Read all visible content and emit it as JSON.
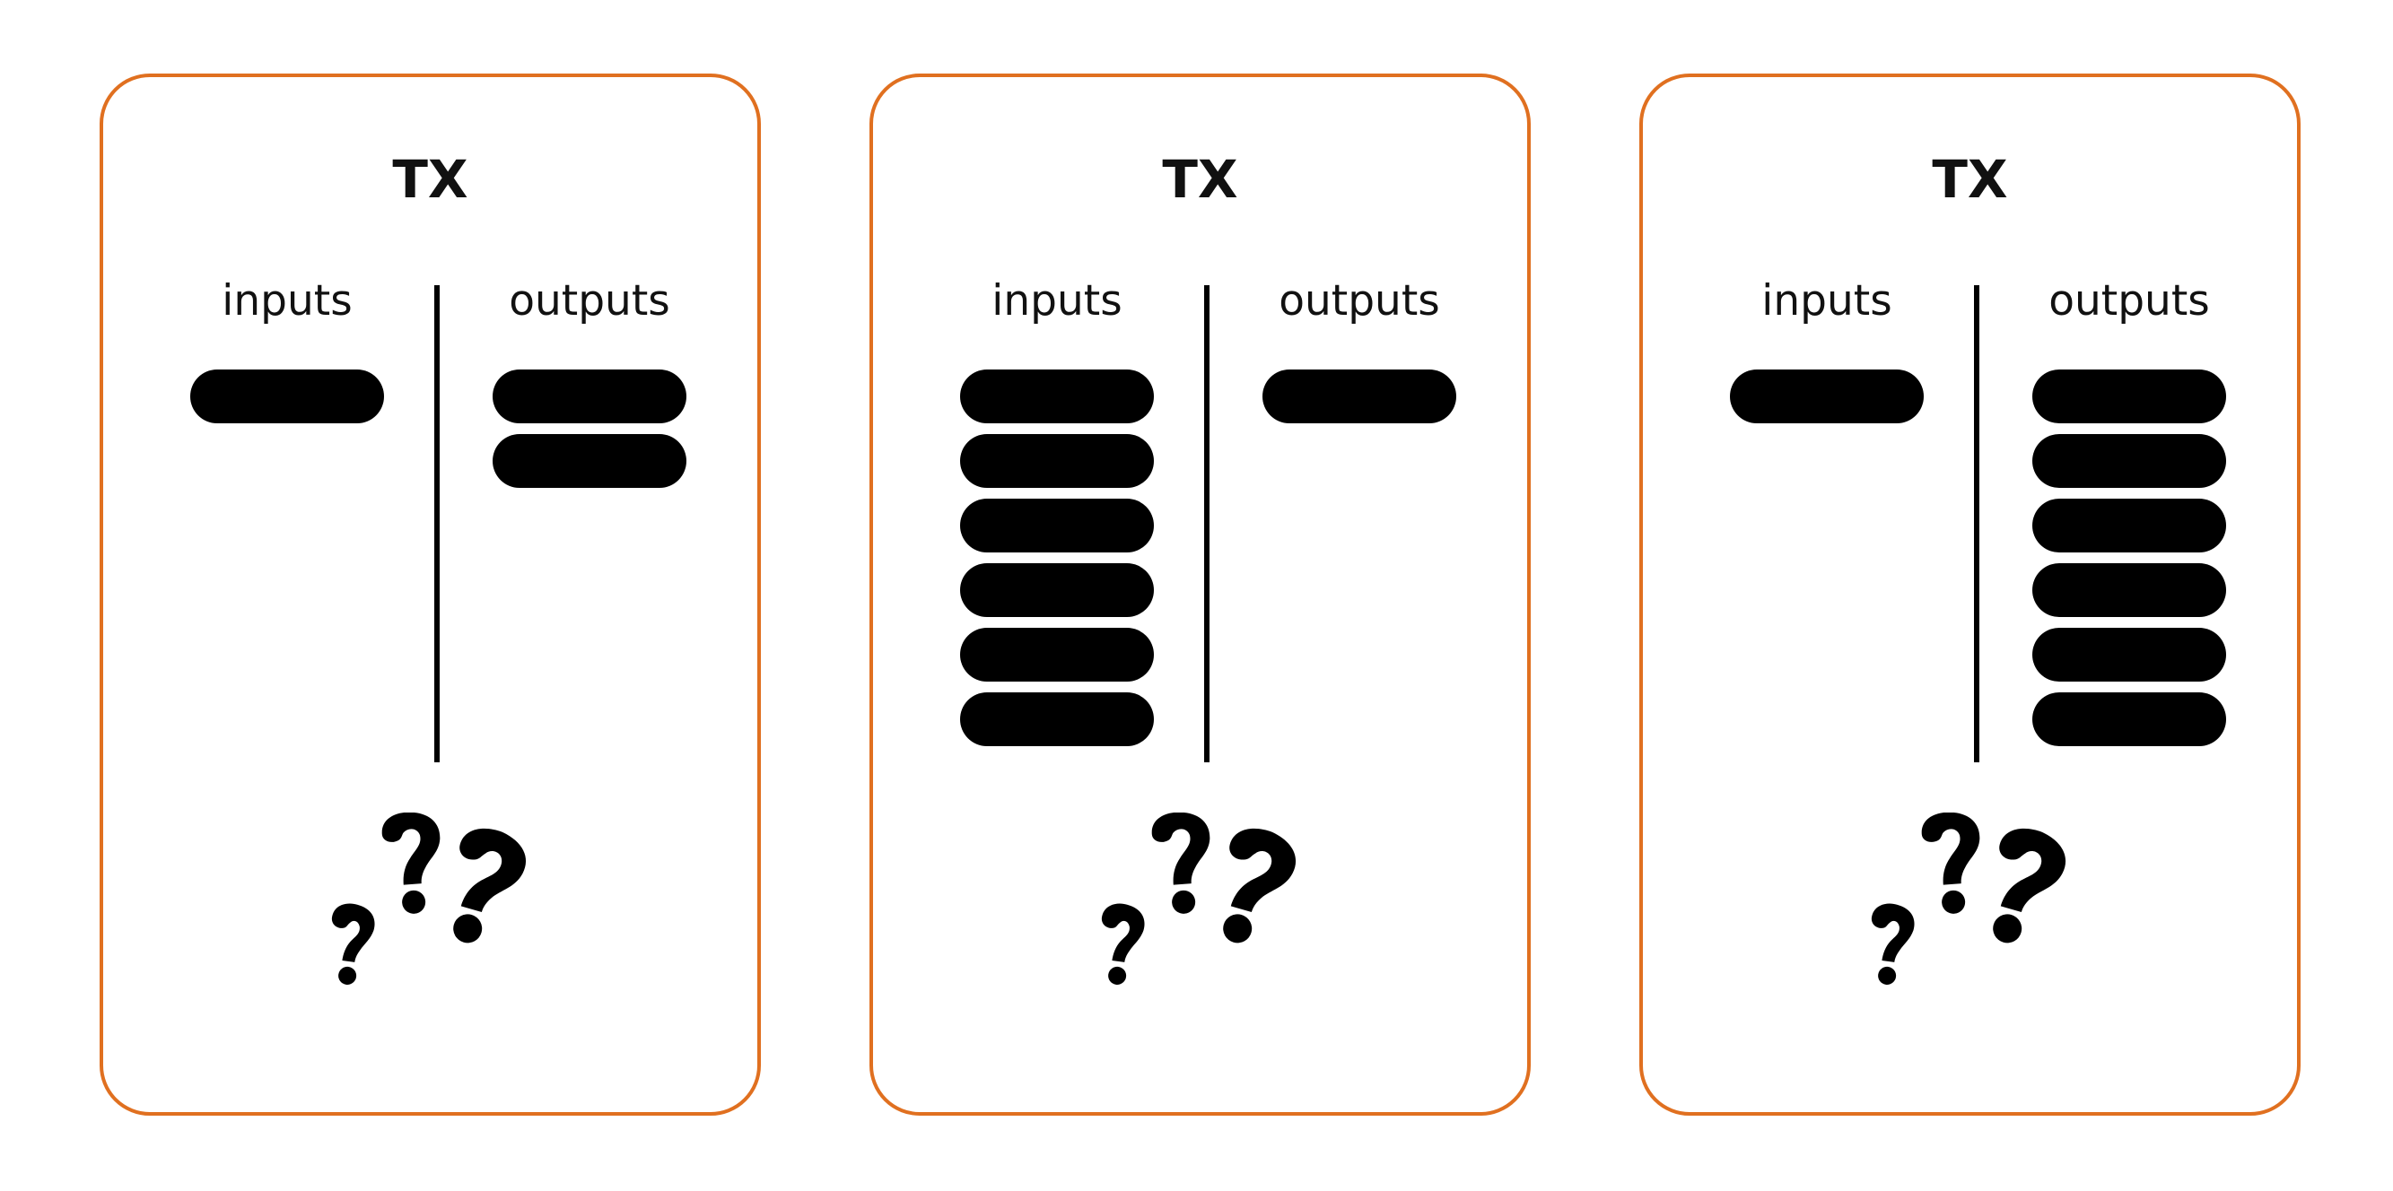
{
  "diagram": {
    "cards": [
      {
        "title": "TX",
        "inputs_label": "inputs",
        "outputs_label": "outputs",
        "input_count": 1,
        "output_count": 2
      },
      {
        "title": "TX",
        "inputs_label": "inputs",
        "outputs_label": "outputs",
        "input_count": 6,
        "output_count": 1
      },
      {
        "title": "TX",
        "inputs_label": "inputs",
        "outputs_label": "outputs",
        "input_count": 1,
        "output_count": 6
      }
    ],
    "colors": {
      "card_border": "#e07020",
      "ink": "#000000",
      "background": "#ffffff"
    },
    "icons": {
      "uncertainty": "question-marks-icon"
    }
  }
}
